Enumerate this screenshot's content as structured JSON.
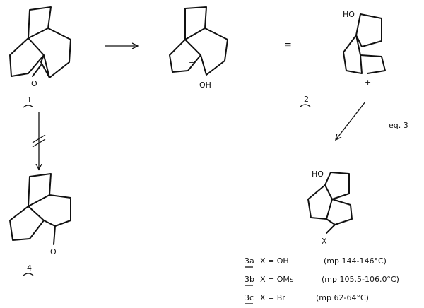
{
  "compounds": {
    "c1": {
      "label": "1",
      "atom_o": "O"
    },
    "c2": {
      "label": "2",
      "atom_oh": "OH",
      "charge": "+",
      "eq_ho": "HO",
      "eq_charge": "+"
    },
    "c3": {
      "atom_ho": "HO",
      "atom_x": "X"
    },
    "c4": {
      "label": "4",
      "atom_o": "O"
    }
  },
  "symbols": {
    "equivalence": "≡",
    "eq_label": "eq. 3"
  },
  "variants": [
    {
      "id": "3a",
      "x": "X = OH",
      "mp": "(mp 144-146°C)"
    },
    {
      "id": "3b",
      "x": "X = OMs",
      "mp": "(mp 105.5-106.0°C)"
    },
    {
      "id": "3c",
      "x": "X = Br",
      "mp": "(mp 62-64°C)"
    }
  ]
}
